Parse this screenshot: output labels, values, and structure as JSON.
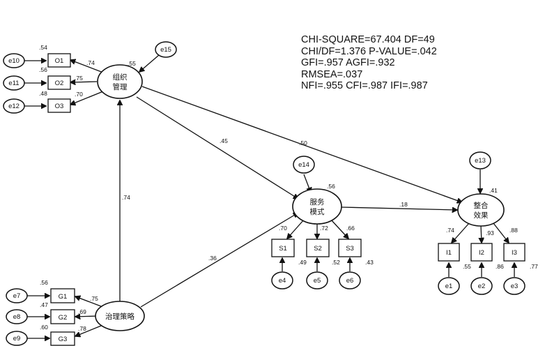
{
  "fit_stats": [
    "CHI-SQUARE=67.404 DF=49",
    "CHI/DF=1.376 P-VALUE=.042",
    "GFI=.957 AGFI=.932",
    "RMSEA=.037",
    "NFI=.955 CFI=.987 IFI=.987"
  ],
  "latent": {
    "org": {
      "line1": "组织",
      "line2": "管理"
    },
    "service": {
      "line1": "服务",
      "line2": "模式"
    },
    "effect": {
      "line1": "整合",
      "line2": "效果"
    },
    "govern": {
      "line1": "治理策略"
    }
  },
  "observed": [
    "O1",
    "O2",
    "O3",
    "S1",
    "S2",
    "S3",
    "I1",
    "I2",
    "I3",
    "G1",
    "G2",
    "G3"
  ],
  "errors": [
    "e10",
    "e11",
    "e12",
    "e15",
    "e14",
    "e13",
    "e4",
    "e5",
    "e6",
    "e1",
    "e2",
    "e3",
    "e7",
    "e8",
    "e9"
  ],
  "coefficients": {
    "o1_r2": ".54",
    "o2_r2": ".56",
    "o3_r2": ".48",
    "o1_load": ".74",
    "o2_load": ".75",
    "o3_load": ".70",
    "org_r2": ".55",
    "org_service": ".45",
    "org_effect": ".50",
    "govern_org": ".74",
    "govern_service": ".36",
    "service_r2": ".56",
    "service_effect": ".18",
    "s1_load": ".70",
    "s2_load": ".72",
    "s3_load": ".66",
    "s1_r2": ".49",
    "s2_r2": ".52",
    "s3_r2": ".43",
    "effect_r2": ".41",
    "i1_load": ".74",
    "i2_load": ".93",
    "i3_load": ".88",
    "i1_r2": ".55",
    "i2_r2": ".86",
    "i3_r2": ".77",
    "g1_r2": ".56",
    "g2_r2": ".47",
    "g3_r2": ".60",
    "g1_load": ".75",
    "g2_load": ".69",
    "g3_load": ".78"
  }
}
